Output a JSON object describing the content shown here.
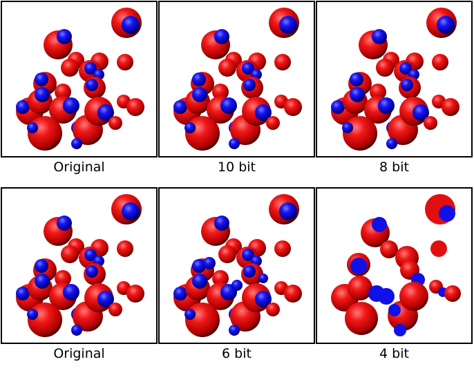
{
  "rows": [
    {
      "panels": [
        {
          "label": "Original",
          "bits": null
        },
        {
          "label": "10 bit",
          "bits": 10
        },
        {
          "label": "8 bit",
          "bits": 8
        }
      ]
    },
    {
      "panels": [
        {
          "label": "Original",
          "bits": null
        },
        {
          "label": "6 bit",
          "bits": 6
        },
        {
          "label": "4 bit",
          "bits": 4
        }
      ]
    }
  ],
  "colors": {
    "atom_red": "#e01010",
    "atom_blue": "#1010e8",
    "panel_border": "#000000",
    "background": "#ffffff"
  }
}
